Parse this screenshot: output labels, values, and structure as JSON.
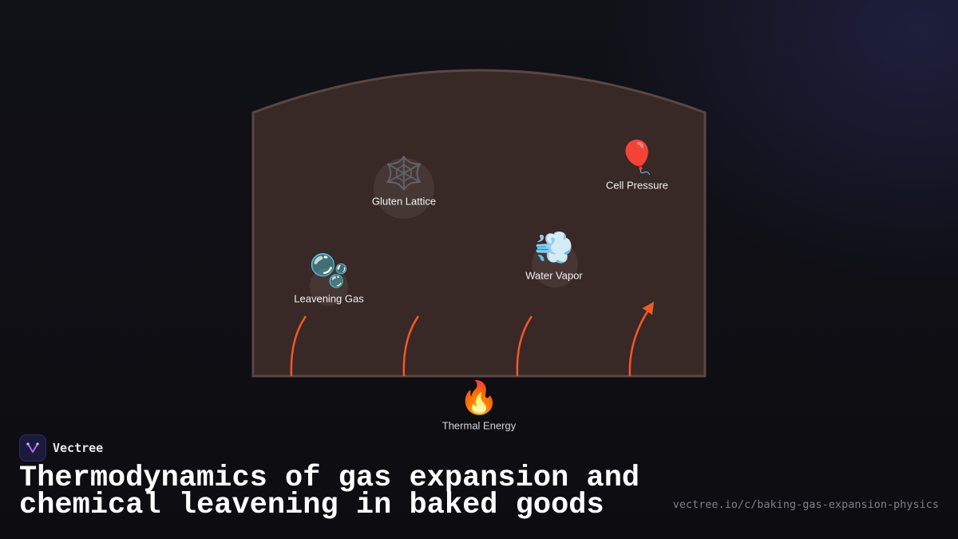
{
  "diagram": {
    "nodes": {
      "gluten_lattice": {
        "label": "Gluten Lattice",
        "icon": "spider-web-icon",
        "glyph": "🕸️"
      },
      "cell_pressure": {
        "label": "Cell Pressure",
        "icon": "balloon-icon",
        "glyph": "🎈"
      },
      "leavening_gas": {
        "label": "Leavening Gas",
        "icon": "bubbles-icon",
        "glyph": "🫧"
      },
      "water_vapor": {
        "label": "Water Vapor",
        "icon": "dash-wind-icon",
        "glyph": "💨"
      },
      "thermal_energy": {
        "label": "Thermal Energy",
        "icon": "fire-icon",
        "glyph": "🔥"
      }
    },
    "colors": {
      "loaf_fill": "#382826",
      "loaf_stroke": "#5a4642",
      "heat_arrow": "#f05a24",
      "background": "#0f0f13"
    }
  },
  "brand": {
    "name": "Vectree",
    "logo_icon": "vectree-logo-icon"
  },
  "title": "Thermodynamics of gas expansion and chemical leavening in baked goods",
  "url": "vectree.io/c/baking-gas-expansion-physics"
}
